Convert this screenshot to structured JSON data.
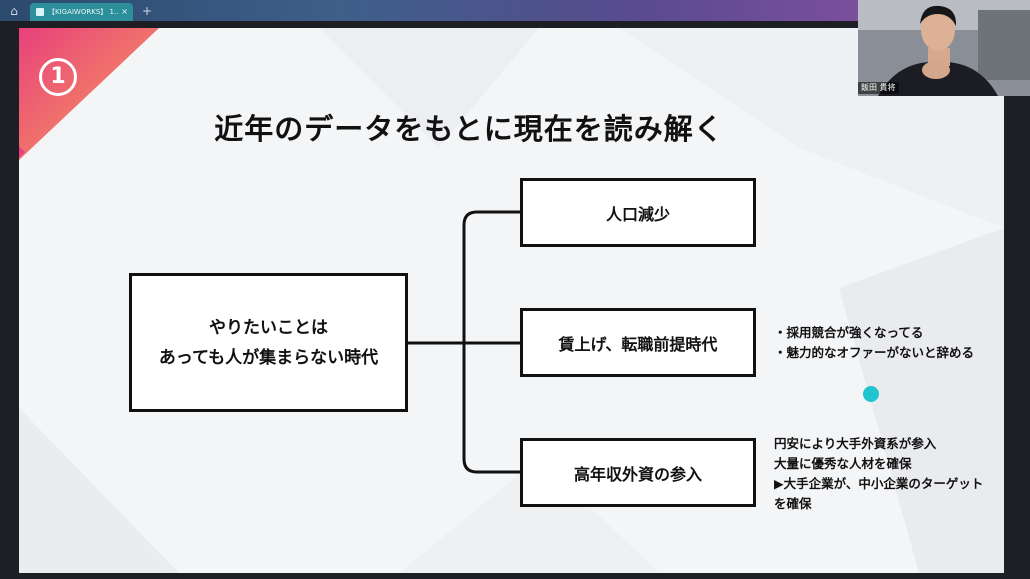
{
  "browser": {
    "tab_title": "【KIGAIWORKS】 1…",
    "tab_close": "×",
    "new_tab": "+",
    "home_icon": "home-icon"
  },
  "slide": {
    "number": "1",
    "title": "近年のデータをもとに現在を読み解く",
    "root_lines": [
      "やりたいことは",
      "あっても人が集まらない時代"
    ],
    "branches": [
      "人口減少",
      "賃上げ、転職前提時代",
      "高年収外資の参入"
    ],
    "notes_wage": [
      "・採用競合が強くなってる",
      "・魅力的なオファーがないと辞める"
    ],
    "notes_foreign": [
      "円安により大手外資系が参入",
      "大量に優秀な人材を確保",
      "▶大手企業が、中小企業のターゲット",
      "を確保"
    ],
    "colors": {
      "accent_pink": "#e8417c",
      "accent_orange": "#f7a25a",
      "dot": "#21c4cf"
    }
  },
  "webcam": {
    "name": "飯田 貴将"
  }
}
